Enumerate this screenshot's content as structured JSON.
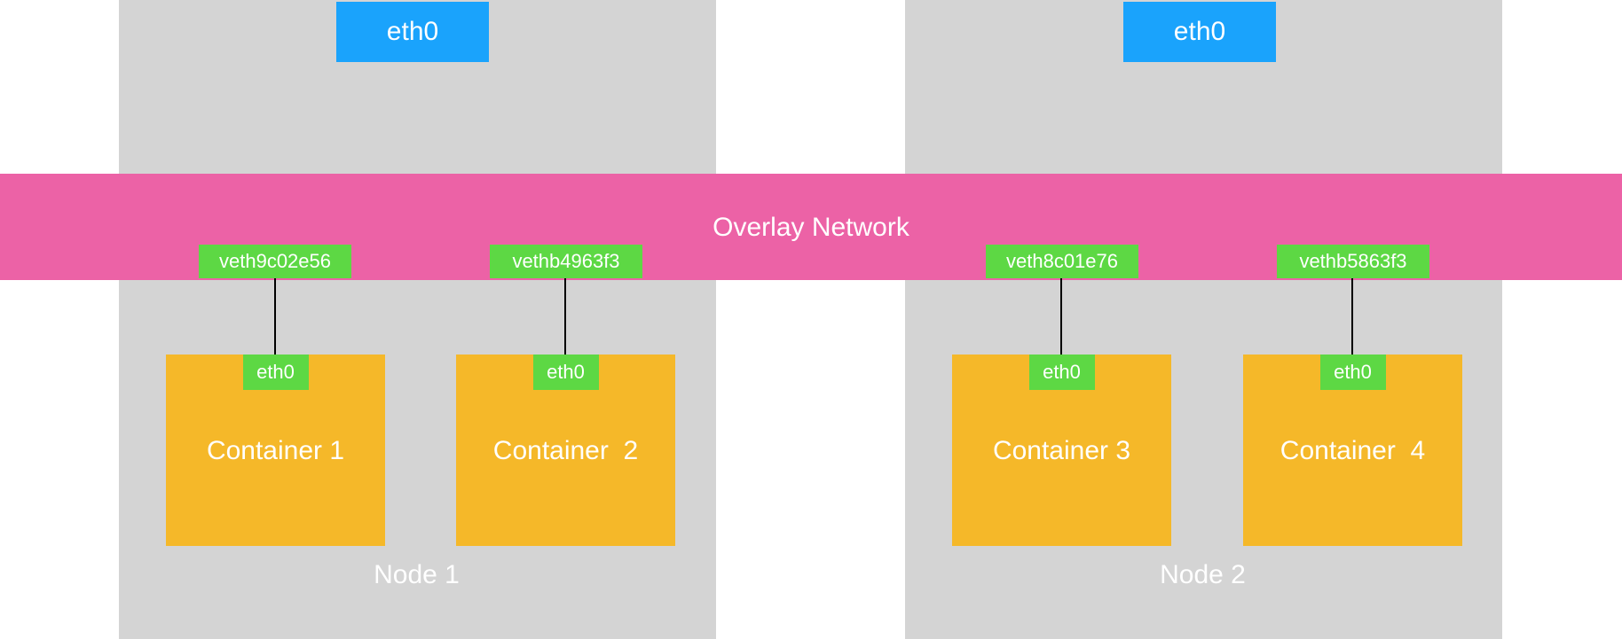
{
  "diagram": {
    "overlay_label": "Overlay Network",
    "nodes": [
      {
        "label": "Node 1",
        "host_interface": "eth0",
        "containers": [
          {
            "label": "Container 1",
            "interface": "eth0",
            "veth": "veth9c02e56"
          },
          {
            "label": "Container  2",
            "interface": "eth0",
            "veth": "vethb4963f3"
          }
        ]
      },
      {
        "label": "Node 2",
        "host_interface": "eth0",
        "containers": [
          {
            "label": "Container 3",
            "interface": "eth0",
            "veth": "veth8c01e76"
          },
          {
            "label": "Container  4",
            "interface": "eth0",
            "veth": "vethb5863f3"
          }
        ]
      }
    ],
    "colors": {
      "node_background": "#d4d4d4",
      "host_interface": "#1aa3fc",
      "overlay_network": "#ec62a6",
      "veth_interface": "#5dd844",
      "container": "#f5b829",
      "connector": "#000000"
    }
  }
}
